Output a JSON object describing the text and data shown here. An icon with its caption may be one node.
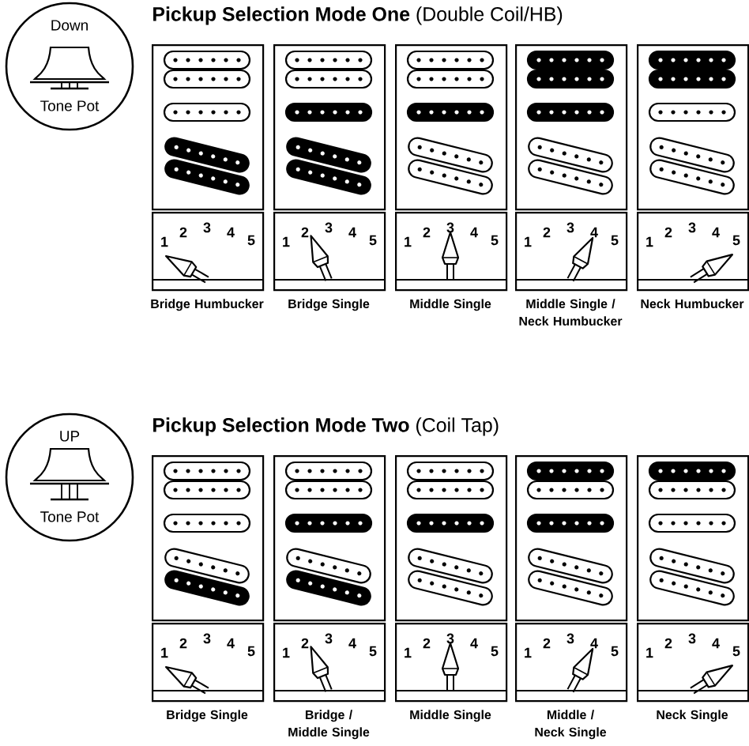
{
  "diagram": {
    "nodes": [
      {
        "text": [
          "Down",
          "Tone Pot"
        ]
      },
      {
        "text": [],
        "shape": "box"
      },
      {
        "text": [],
        "shape": "box"
      },
      {
        "text": [],
        "shape": "box"
      },
      {
        "text": [],
        "shape": "box"
      },
      {
        "text": [],
        "shape": "box"
      },
      {
        "text": [
          "1",
          "2",
          "3",
          "4",
          "5"
        ],
        "beside": [
          "Bridge Humbucker"
        ]
      },
      {
        "text": [
          "1",
          "2",
          "3",
          "4",
          "5"
        ],
        "beside": [
          "Bridge Single"
        ]
      },
      {
        "text": [
          "1",
          "2",
          "3",
          "4",
          "5"
        ],
        "beside": [
          "Middle Single"
        ]
      },
      {
        "text": [
          "1",
          "2",
          "3",
          "4",
          "5"
        ],
        "beside": [
          "Middle Single / Neck Humbucker"
        ]
      },
      {
        "text": [
          "1",
          "2",
          "3",
          "4",
          "5"
        ],
        "beside": [
          "Neck Humbucker"
        ]
      },
      {
        "text": [
          "UP",
          "Tone Pot"
        ]
      },
      {
        "text": [],
        "shape": "box"
      },
      {
        "text": [],
        "shape": "box"
      },
      {
        "text": [],
        "shape": "box"
      },
      {
        "text": [],
        "shape": "box"
      },
      {
        "text": [],
        "shape": "box"
      },
      {
        "text": [
          "1",
          "2",
          "3",
          "4",
          "5"
        ],
        "beside": [
          "Bridge Single"
        ]
      },
      {
        "text": [
          "1",
          "2",
          "3",
          "4",
          "5"
        ],
        "beside": [
          "Bridge / Middle Single"
        ]
      },
      {
        "text": [
          "1",
          "2",
          "3",
          "4",
          "5"
        ],
        "beside": [
          "Middle Single"
        ]
      },
      {
        "text": [
          "1",
          "2",
          "3",
          "4",
          "5"
        ],
        "beside": [
          "Middle / Neck Single"
        ]
      },
      {
        "text": [
          "1",
          "2",
          "3",
          "4",
          "5"
        ],
        "beside": [
          "Neck Single"
        ]
      }
    ],
    "labels": [
      "**Pickup Selection Mode One** (Double Coil/HB)",
      "**Pickup Selection Mode Two** (Coil Tap)"
    ]
  }
}
